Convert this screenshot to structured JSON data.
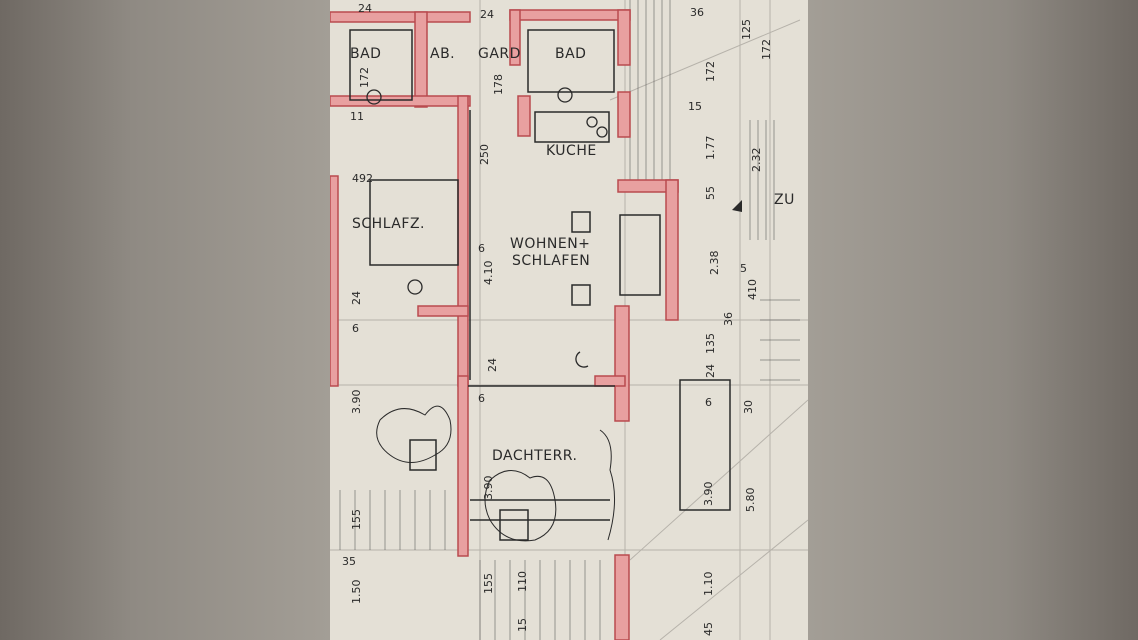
{
  "rooms": {
    "bad_left": "BAD",
    "ab": "AB.",
    "gard": "GARD",
    "bad_right": "BAD",
    "kuche": "KUCHE",
    "schlafz": "SCHLAFZ.",
    "wohnen_line1": "WOHNEN+",
    "wohnen_line2": "SCHLAFEN",
    "dachterr": "DACHTERR.",
    "zu": "ZU"
  },
  "dimensions": {
    "d24a": "24",
    "d24b": "24",
    "d36": "36",
    "d172a": "172",
    "d172b": "172",
    "d172c": "172",
    "d11": "11",
    "d178": "178",
    "d125": "125",
    "d15": "15",
    "d250": "250",
    "d177": "1.77",
    "d232": "2.32",
    "d492": "492",
    "d55": "55",
    "d410": "4.10",
    "d6a": "6",
    "d238": "2.38",
    "d4105": "410",
    "d5": "5",
    "d365": "36",
    "d24c": "24",
    "d6b": "6",
    "d24d": "24",
    "d135": "135",
    "d24e": "24",
    "d390a": "3.90",
    "d6c": "6",
    "d6d": "6",
    "d30": "30",
    "d390b": "3.90",
    "d390c": "3.90",
    "d580": "5.80",
    "d155a": "155",
    "d35": "35",
    "d150": "1.50",
    "d155b": "155",
    "d110a": "110",
    "d110b": "1.10",
    "d45": "45",
    "d15b": "15"
  },
  "colors": {
    "wall": "#e8a0a0",
    "wall_outline": "#c4575b",
    "paper": "#e4e0d6",
    "ink": "#2a2a2a"
  }
}
